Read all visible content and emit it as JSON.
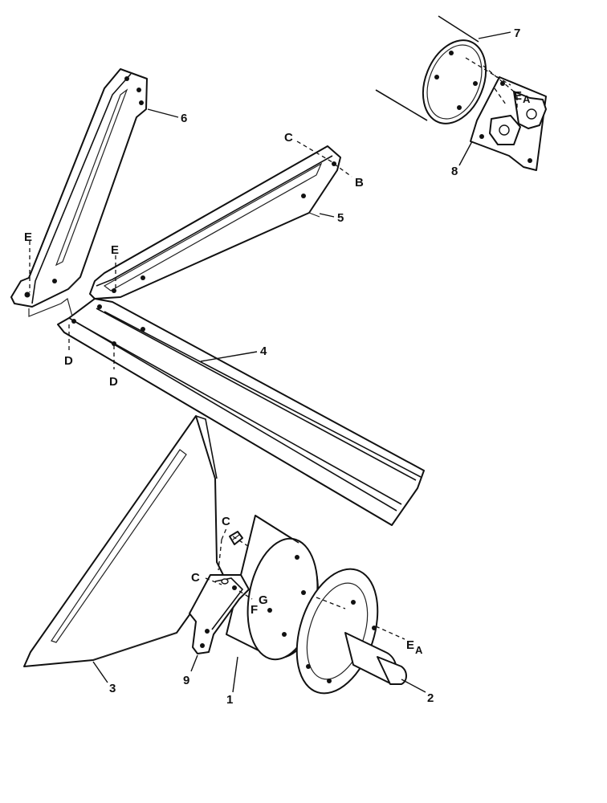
{
  "labels": {
    "part_1": "1",
    "part_2": "2",
    "part_3": "3",
    "part_4": "4",
    "part_5": "5",
    "part_6": "6",
    "part_7": "7",
    "part_8": "8",
    "part_9": "9",
    "ref_b": "B",
    "ref_c": "C",
    "ref_d": "D",
    "ref_e": "E",
    "ref_f": "F",
    "ref_g": "G",
    "ref_ea_main": "E",
    "ref_ea_sub": "A"
  },
  "colors": {
    "ink": "#111111",
    "paper": "#ffffff"
  }
}
